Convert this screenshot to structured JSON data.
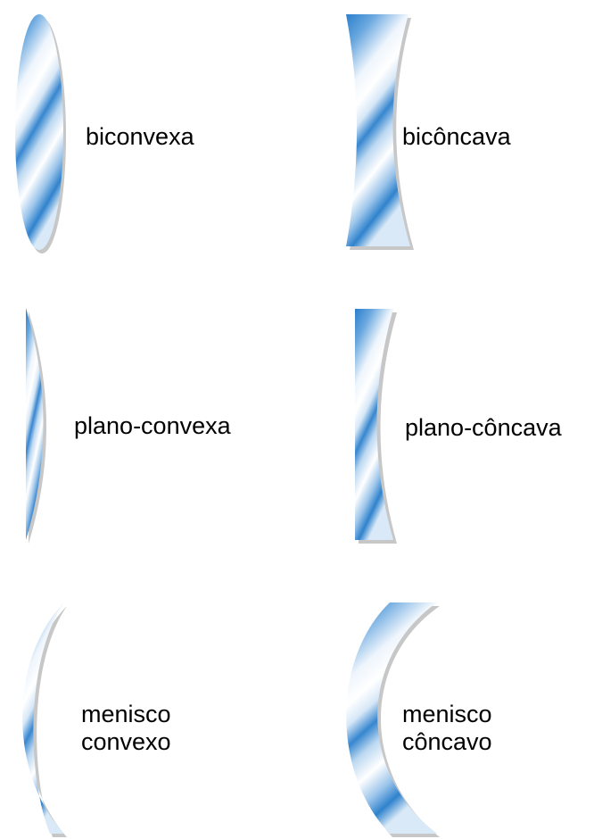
{
  "colors": {
    "lens_blue": "#2a7fcc",
    "lens_light": "#eef5fc",
    "shadow": "#c7c7c7",
    "text": "#000000"
  },
  "lenses": {
    "biconvex": {
      "label": "biconvexa"
    },
    "biconcave": {
      "label": "bicôncava"
    },
    "plano_convex": {
      "label": "plano-convexa"
    },
    "plano_concave": {
      "label": "plano-côncava"
    },
    "meniscus_convex": {
      "label_line1": "menisco",
      "label_line2": "convexo"
    },
    "meniscus_concave": {
      "label_line1": "menisco",
      "label_line2": "côncavo"
    }
  }
}
